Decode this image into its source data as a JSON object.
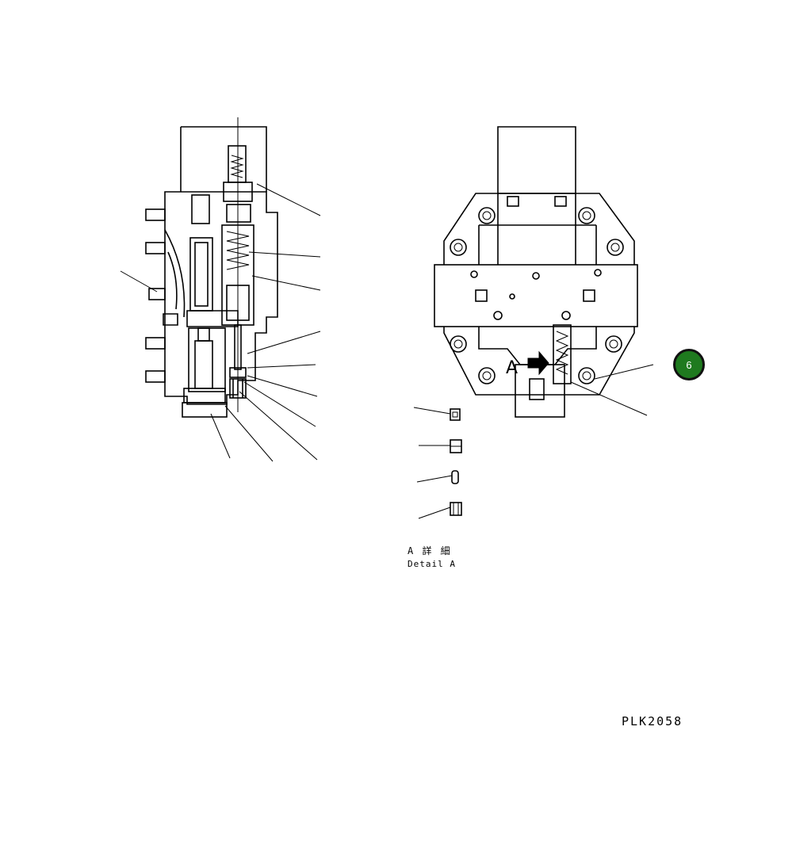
{
  "callout": {
    "number": "6",
    "color": "#1f7a1f"
  },
  "view_label": "A",
  "detail": {
    "japanese": "A 詳 細",
    "english": "Detail A"
  },
  "drawing_code": "PLK2058"
}
